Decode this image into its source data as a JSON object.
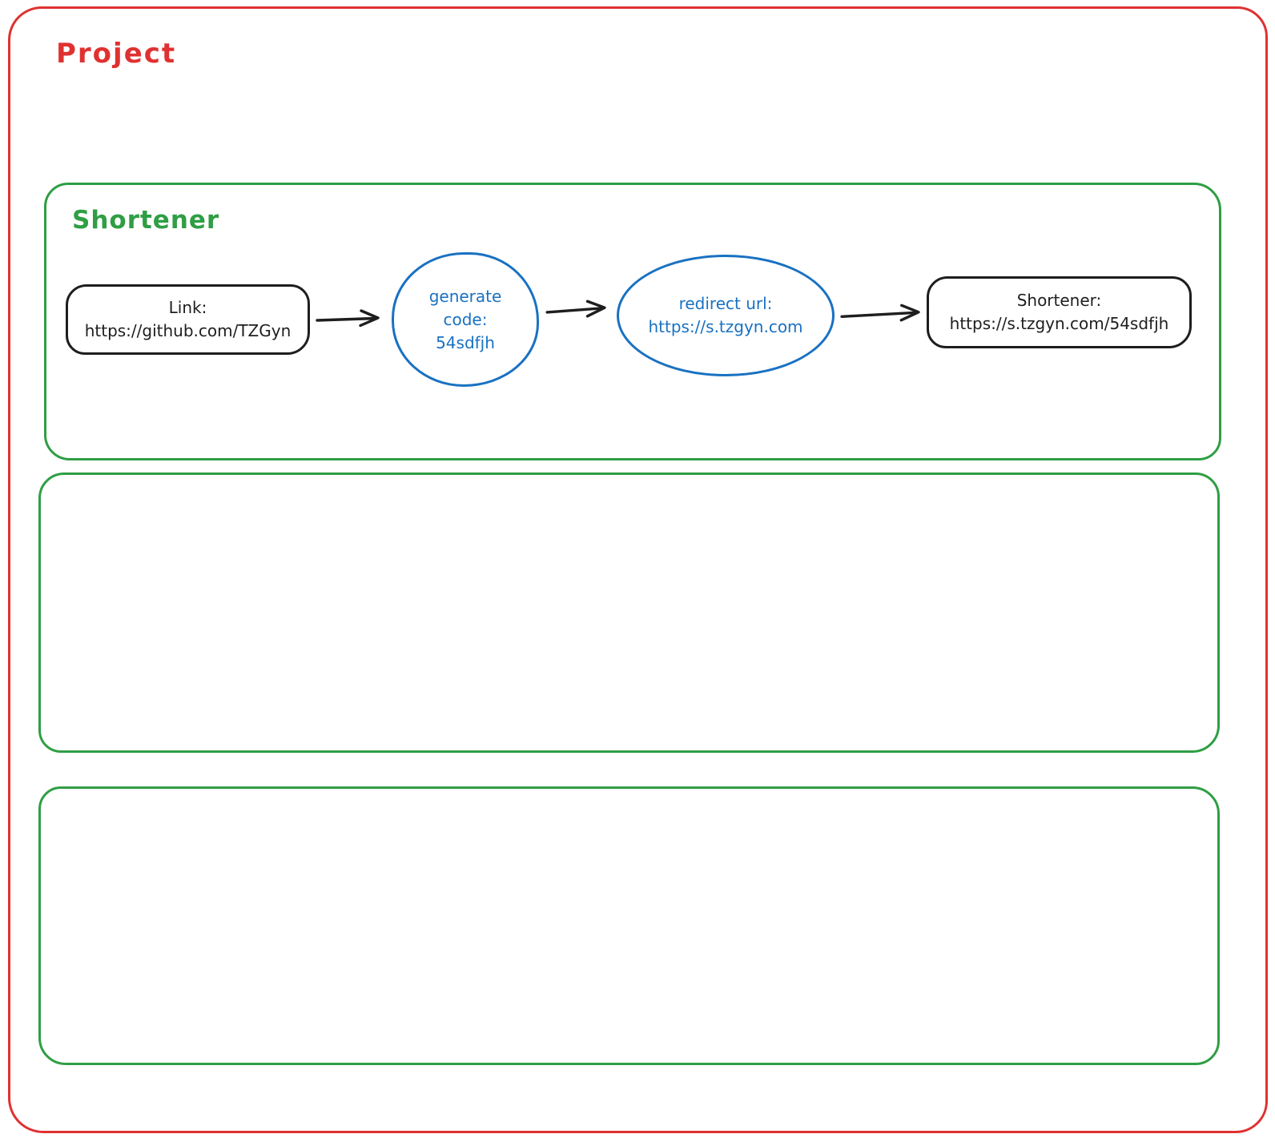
{
  "colors": {
    "red": "#e03131",
    "green": "#2f9e44",
    "blue": "#1971c2",
    "ink": "#1e1e1e",
    "background": "#ffffff"
  },
  "project": {
    "title": "Project"
  },
  "shortener": {
    "title": "Shortener",
    "flow": {
      "link_node": {
        "line1": "Link:",
        "line2": "https://github.com/TZGyn"
      },
      "generate_node": {
        "line1": "generate",
        "line2": "code:",
        "line3": "54sdfjh"
      },
      "redirect_node": {
        "line1": "redirect url:",
        "line2": "https://s.tzgyn.com"
      },
      "result_node": {
        "line1": "Shortener:",
        "line2": "https://s.tzgyn.com/54sdfjh"
      }
    }
  },
  "icons": {
    "connector": "arrow-right-icon"
  }
}
